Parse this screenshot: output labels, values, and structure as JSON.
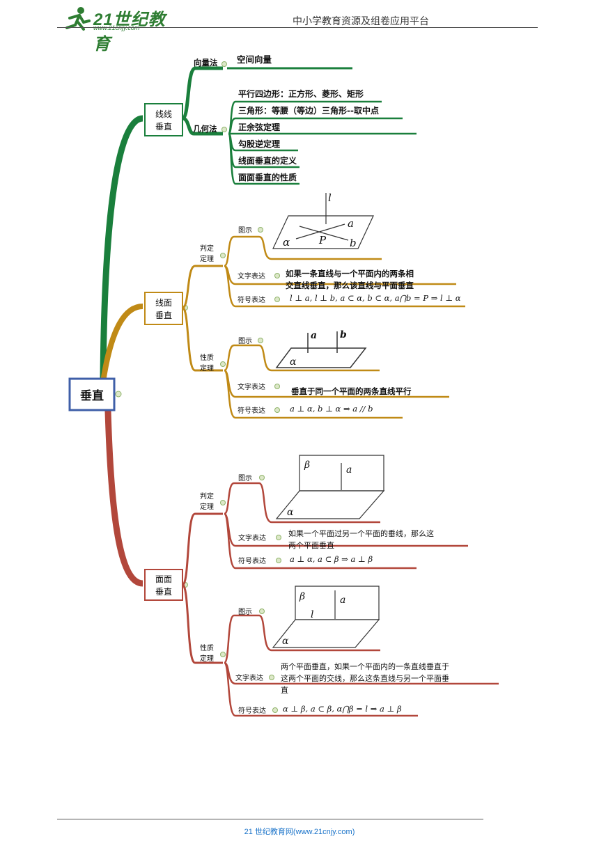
{
  "header": {
    "logo_text": "21世纪教育",
    "logo_sub": "www.21cnjy.com",
    "title": "中小学教育资源及组卷应用平台"
  },
  "footer": {
    "text": "21 世纪教育网(www.21cnjy.com)"
  },
  "root": {
    "label": "垂直"
  },
  "line_line": {
    "label_l1": "线线",
    "label_l2": "垂直",
    "method_vector": "向量法",
    "method_vector_item": "空间向量",
    "method_geometry": "几何法",
    "geometry_items": [
      "平行四边形：正方形、菱形、矩形",
      "三角形：等腰（等边）三角形--取中点",
      "正余弦定理",
      "勾股逆定理",
      "线面垂直的定义",
      "面面垂直的性质"
    ]
  },
  "line_plane": {
    "label_l1": "线面",
    "label_l2": "垂直",
    "judge": {
      "label_l1": "判定",
      "label_l2": "定理",
      "diagram_label": "图示",
      "text_label": "文字表达",
      "symbol_label": "符号表达",
      "text_l1": "如果一条直线与一个平面内的两条相",
      "text_l2": "交直线垂直，那么该直线与平面垂直",
      "symbol": "l ⊥ a, l ⊥ b, a ⊂ α, b ⊂ α, a⋂b = P ⇒ l ⊥ α",
      "fig": {
        "l": "l",
        "a": "a",
        "b": "b",
        "alpha": "α",
        "P": "P"
      }
    },
    "property": {
      "label_l1": "性质",
      "label_l2": "定理",
      "diagram_label": "图示",
      "text_label": "文字表达",
      "symbol_label": "符号表达",
      "text": "垂直于同一个平面的两条直线平行",
      "symbol": "a ⊥ α, b ⊥ α ⇒ a // b",
      "fig": {
        "a": "a",
        "b": "b",
        "alpha": "α"
      }
    }
  },
  "plane_plane": {
    "label_l1": "面面",
    "label_l2": "垂直",
    "judge": {
      "label_l1": "判定",
      "label_l2": "定理",
      "diagram_label": "图示",
      "text_label": "文字表达",
      "symbol_label": "符号表达",
      "text_l1": "如果一个平面过另一个平面的垂线，那么这",
      "text_l2": "两个平面垂直",
      "symbol": "a ⊥ α,  a ⊂ β ⇒ a ⊥ β",
      "fig": {
        "beta": "β",
        "a": "a",
        "alpha": "α"
      }
    },
    "property": {
      "label_l1": "性质",
      "label_l2": "定理",
      "diagram_label": "图示",
      "text_label": "文字表达",
      "symbol_label": "符号表达",
      "text_l1": "两个平面垂直，如果一个平面内的一条直线垂直于",
      "text_l2": "这两个平面的交线，那么这条直线与另一个平面垂",
      "text_l3": "直",
      "symbol": "α ⊥ β,  a ⊂ β, α⋂β = l ⇒ a ⊥ β",
      "fig": {
        "beta": "β",
        "a": "a",
        "l": "l",
        "alpha": "α"
      }
    }
  },
  "colors": {
    "green": "#1a7f3c",
    "gold": "#c08a16",
    "red": "#b2473b",
    "root_border": "#3f5fa8"
  }
}
